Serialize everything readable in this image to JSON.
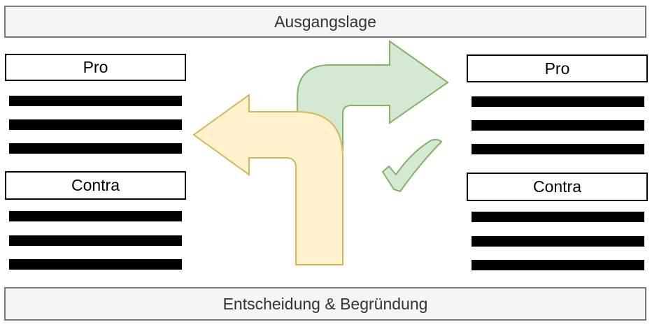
{
  "header": {
    "title": "Ausgangslage"
  },
  "footer": {
    "title": "Entscheidung & Begründung"
  },
  "left_column": {
    "pro_label": "Pro",
    "contra_label": "Contra"
  },
  "right_column": {
    "pro_label": "Pro",
    "contra_label": "Contra"
  },
  "colors": {
    "arrow_left_fill": "#fff2cc",
    "arrow_left_stroke": "#d6b656",
    "arrow_right_fill": "#d5e8d4",
    "arrow_right_stroke": "#82b366",
    "bar": "#000000",
    "banner_fill": "#f5f5f5",
    "banner_stroke": "#7a7a7a"
  },
  "icons": [
    "arrow-turn-left-icon",
    "arrow-turn-right-icon",
    "checkmark-icon"
  ]
}
